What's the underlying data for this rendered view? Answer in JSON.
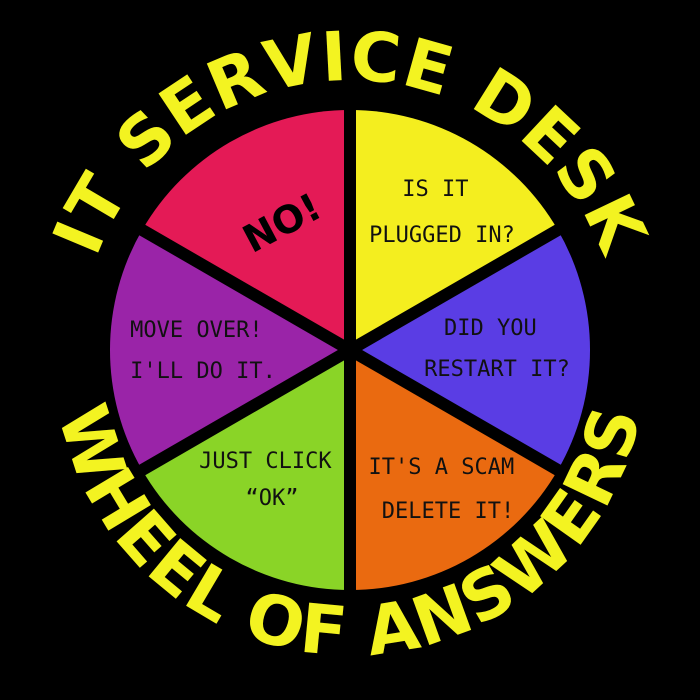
{
  "title_top": "IT SERVICE DESK",
  "title_bottom": "WHEEL OF ANSWERS",
  "colors": {
    "background": "#000000",
    "title": "#f3f321"
  },
  "slices": [
    {
      "id": "yes-plugged",
      "lines": [
        "IS IT",
        "PLUGGED IN?"
      ],
      "color": "#f4ee1f"
    },
    {
      "id": "restart",
      "lines": [
        "DID YOU",
        "RESTART IT?"
      ],
      "color": "#5a3de4"
    },
    {
      "id": "scam",
      "lines": [
        "IT'S A SCAM",
        "DELETE IT!"
      ],
      "color": "#ea6a10"
    },
    {
      "id": "click-ok",
      "lines": [
        "JUST CLICK",
        "“OK”"
      ],
      "color": "#8ad427"
    },
    {
      "id": "move-over",
      "lines": [
        "MOVE OVER!",
        "I'LL DO IT."
      ],
      "color": "#9a24a8"
    },
    {
      "id": "no",
      "lines": [
        "NO!"
      ],
      "color": "#e41a56"
    }
  ]
}
